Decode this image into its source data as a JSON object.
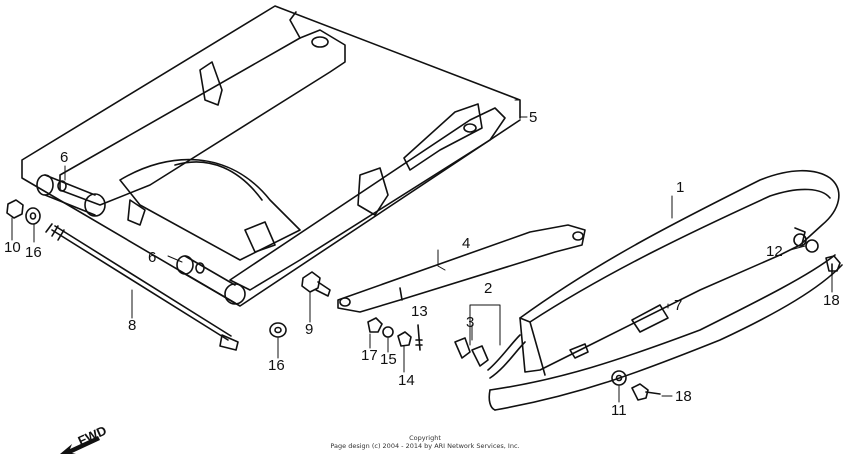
{
  "diagram": {
    "callouts": [
      {
        "id": "c1",
        "text": "1"
      },
      {
        "id": "c2",
        "text": "2"
      },
      {
        "id": "c3",
        "text": "3"
      },
      {
        "id": "c4",
        "text": "4"
      },
      {
        "id": "c5",
        "text": "5"
      },
      {
        "id": "c6a",
        "text": "6"
      },
      {
        "id": "c6b",
        "text": "6"
      },
      {
        "id": "c7",
        "text": "7"
      },
      {
        "id": "c8",
        "text": "8"
      },
      {
        "id": "c9",
        "text": "9"
      },
      {
        "id": "c10",
        "text": "10"
      },
      {
        "id": "c11",
        "text": "11"
      },
      {
        "id": "c12",
        "text": "12"
      },
      {
        "id": "c13",
        "text": "13"
      },
      {
        "id": "c14",
        "text": "14"
      },
      {
        "id": "c15",
        "text": "15"
      },
      {
        "id": "c16a",
        "text": "16"
      },
      {
        "id": "c16b",
        "text": "16"
      },
      {
        "id": "c17",
        "text": "17"
      },
      {
        "id": "c18a",
        "text": "18"
      },
      {
        "id": "c18b",
        "text": "18"
      }
    ],
    "direction_label": "FWD",
    "copyright_line1": "Copyright",
    "copyright_line2": "Page design (c) 2004 - 2014 by ARI Network Services, Inc."
  },
  "colors": {
    "ink": "#111111",
    "background": "#ffffff"
  }
}
